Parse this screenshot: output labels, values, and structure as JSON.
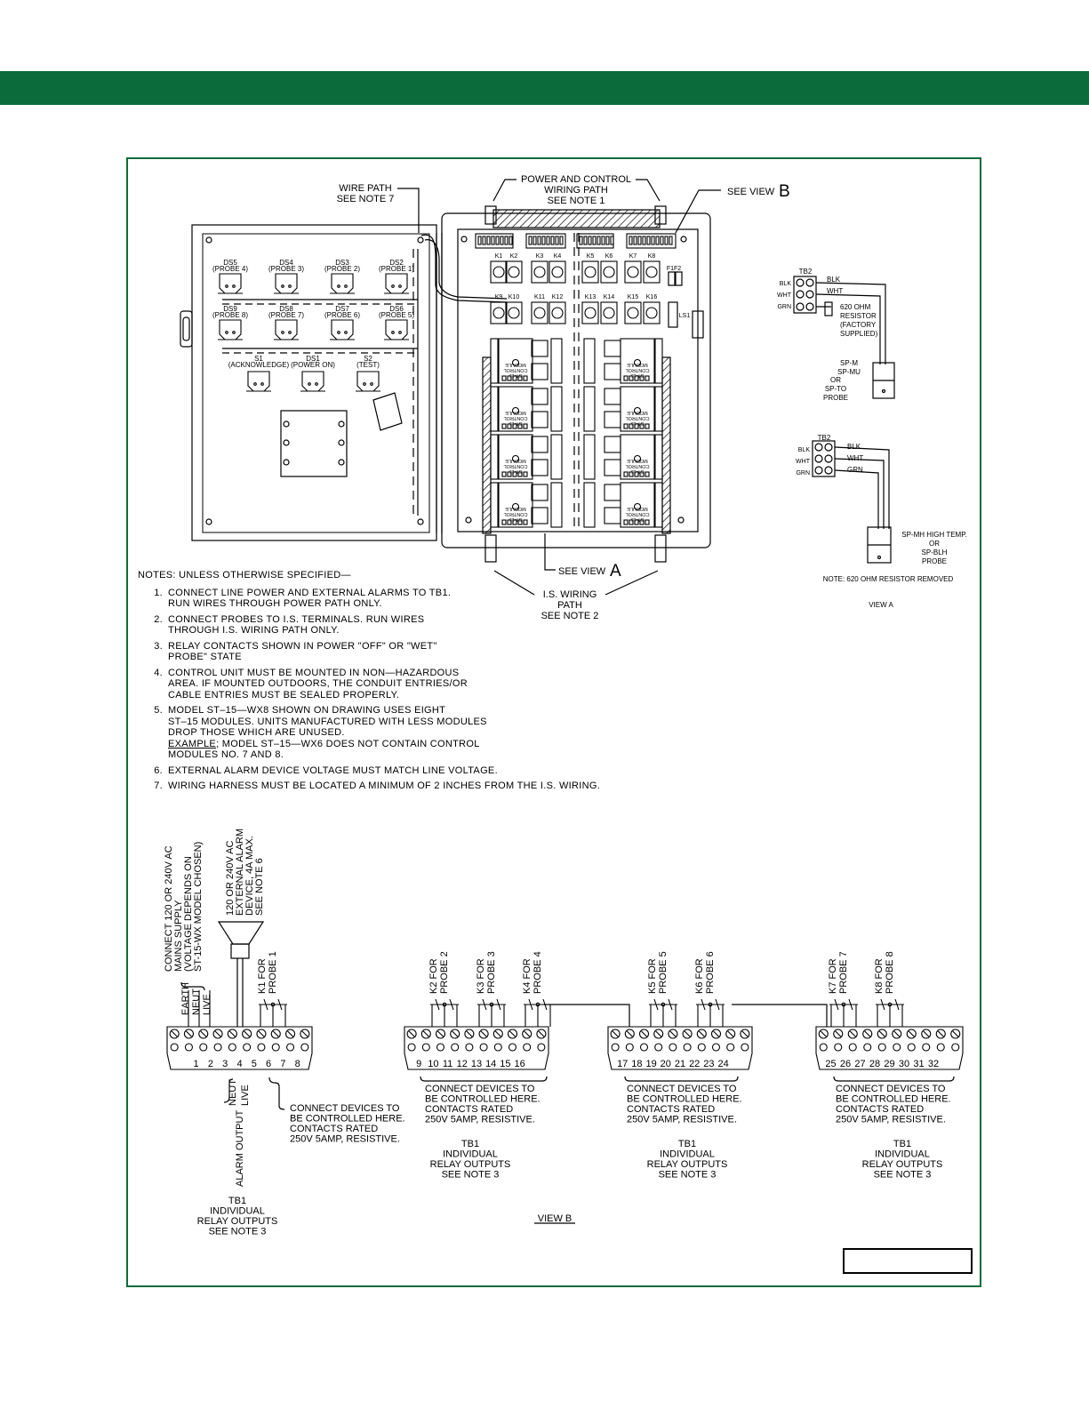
{
  "header": {
    "band_color": "#0b6b3a"
  },
  "enclosure": {
    "callouts": {
      "wire_path": [
        "WIRE PATH",
        "SEE NOTE 7"
      ],
      "power_path": [
        "POWER AND CONTROL",
        "WIRING PATH",
        "SEE NOTE 1"
      ],
      "see_view_b": "SEE VIEW",
      "see_view_b_letter": "B",
      "see_view_a": "SEE VIEW",
      "see_view_a_letter": "A",
      "is_wiring": [
        "I.S. WIRING",
        "PATH",
        "SEE NOTE 2"
      ]
    },
    "door_lamps_row1": [
      {
        "id": "DS5",
        "probe": "(PROBE 4)"
      },
      {
        "id": "DS4",
        "probe": "(PROBE 3)"
      },
      {
        "id": "DS3",
        "probe": "(PROBE 2)"
      },
      {
        "id": "DS2",
        "probe": "(PROBE 1)"
      }
    ],
    "door_lamps_row2": [
      {
        "id": "DS9",
        "probe": "(PROBE 8)"
      },
      {
        "id": "DS8",
        "probe": "(PROBE 7)"
      },
      {
        "id": "DS7",
        "probe": "(PROBE 6)"
      },
      {
        "id": "DS6",
        "probe": "(PROBE 5)"
      }
    ],
    "door_switches": [
      {
        "id": "S1",
        "label": "(ACKNOWLEDGE)"
      },
      {
        "id": "DS1",
        "label": "(POWER ON)"
      },
      {
        "id": "S2",
        "label": "(TEST)"
      }
    ],
    "relays_row1": [
      "K1",
      "K2",
      "K3",
      "K4",
      "K5",
      "K6",
      "K7",
      "K8"
    ],
    "relays_row2": [
      "K9",
      "K10",
      "K11",
      "K12",
      "K13",
      "K14",
      "K15",
      "K16"
    ],
    "fuses": "F1F2",
    "ls": "LS1",
    "module_label": [
      "ST-15",
      "CONTROL",
      "MODULE"
    ]
  },
  "view_a": {
    "upper": {
      "tb": "TB2",
      "left_labels": [
        "BLK",
        "WHT",
        "GRN"
      ],
      "right_labels": [
        "BLK",
        "WHT"
      ],
      "resistor": [
        "620 OHM",
        "RESISTOR",
        "(FACTORY",
        "SUPPLIED)"
      ],
      "probe": [
        "SP-M",
        "SP-MU",
        "OR",
        "SP-TO",
        "PROBE"
      ]
    },
    "lower": {
      "tb": "TB2",
      "left_labels": [
        "BLK",
        "WHT",
        "GRN"
      ],
      "right_labels": [
        "BLK",
        "WHT",
        "GRN"
      ],
      "probe": [
        "SP-MH HIGH TEMP.",
        "OR",
        "SP-BLH",
        "PROBE"
      ],
      "note": "NOTE: 620 OHM RESISTOR REMOVED"
    },
    "title": "VIEW A"
  },
  "notes": {
    "header": "NOTES: UNLESS OTHERWISE SPECIFIED—",
    "items": [
      {
        "num": "1.",
        "text": "CONNECT LINE POWER AND EXTERNAL ALARMS TO TB1.\nRUN WIRES THROUGH POWER PATH ONLY."
      },
      {
        "num": "2.",
        "text": "CONNECT PROBES TO I.S. TERMINALS. RUN WIRES\nTHROUGH I.S. WIRING PATH ONLY."
      },
      {
        "num": "3.",
        "text": "RELAY CONTACTS SHOWN IN POWER \"OFF\" OR \"WET\"\nPROBE\" STATE"
      },
      {
        "num": "4.",
        "text": "CONTROL UNIT MUST BE MOUNTED IN NON—HAZARDOUS\nAREA. IF MOUNTED OUTDOORS, THE CONDUIT ENTRIES/OR\nCABLE ENTRIES MUST BE SEALED PROPERLY."
      },
      {
        "num": "5.",
        "text": "MODEL ST–15—WX8 SHOWN ON DRAWING USES EIGHT\nST–15 MODULES. UNITS MANUFACTURED WITH LESS MODULES\nDROP THOSE WHICH ARE UNUSED."
      },
      {
        "num": "6.",
        "text": "EXTERNAL ALARM DEVICE VOLTAGE MUST MATCH LINE VOLTAGE."
      },
      {
        "num": "7.",
        "text": "WIRING HARNESS MUST BE LOCATED A MINIMUM OF 2 INCHES FROM THE I.S. WIRING."
      }
    ],
    "example_label": "EXAMPLE",
    "example_text": "; MODEL ST–15—WX6 DOES NOT CONTAIN CONTROL\nMODULES NO. 7 AND 8."
  },
  "view_b": {
    "supply": [
      "CONNECT 120 OR 240V AC",
      "MAINS SUPPLY",
      "(VOLTAGE DEPENDS ON",
      "ST-15-WX MODEL CHOSEN)"
    ],
    "alarm": [
      "120 OR 240V AC",
      "EXTERNAL ALARM",
      "DEVICE, 4A MAX.",
      "SEE NOTE 6"
    ],
    "power_legs": [
      "EARTH",
      "NEUT",
      "LIVE"
    ],
    "alarm_output": "ALARM OUTPUT",
    "alarm_legs": [
      "NEUT",
      "LIVE"
    ],
    "blocks": [
      {
        "numbers": [
          "1",
          "2",
          "3",
          "4",
          "5",
          "6",
          "7",
          "8"
        ],
        "relays": [
          [
            "K1 FOR",
            "PROBE 1"
          ]
        ],
        "connect": [
          "CONNECT DEVICES TO",
          "BE CONTROLLED HERE.",
          "CONTACTS RATED",
          "250V 5AMP, RESISTIVE."
        ],
        "title": [
          "TB1",
          "INDIVIDUAL",
          "RELAY OUTPUTS",
          "SEE NOTE 3"
        ]
      },
      {
        "numbers": [
          "9",
          "10",
          "11",
          "12",
          "13",
          "14",
          "15",
          "16"
        ],
        "relays": [
          [
            "K2 FOR",
            "PROBE 2"
          ],
          [
            "K3 FOR",
            "PROBE 3"
          ],
          [
            "K4 FOR",
            "PROBE 4"
          ]
        ],
        "connect": [
          "CONNECT DEVICES TO",
          "BE CONTROLLED HERE.",
          "CONTACTS RATED",
          "250V 5AMP, RESISTIVE."
        ],
        "title": [
          "TB1",
          "INDIVIDUAL",
          "RELAY OUTPUTS",
          "SEE NOTE 3"
        ]
      },
      {
        "numbers": [
          "17",
          "18",
          "19",
          "20",
          "21",
          "22",
          "23",
          "24"
        ],
        "relays": [
          [
            "K5 FOR",
            "PROBE 5"
          ],
          [
            "K6 FOR",
            "PROBE 6"
          ]
        ],
        "connect": [
          "CONNECT DEVICES TO",
          "BE CONTROLLED HERE.",
          "CONTACTS RATED",
          "250V 5AMP, RESISTIVE."
        ],
        "title": [
          "TB1",
          "INDIVIDUAL",
          "RELAY OUTPUTS",
          "SEE NOTE 3"
        ]
      },
      {
        "numbers": [
          "25",
          "26",
          "27",
          "28",
          "29",
          "30",
          "31",
          "32"
        ],
        "relays": [
          [
            "K7 FOR",
            "PROBE 7"
          ],
          [
            "K8 FOR",
            "PROBE 8"
          ]
        ],
        "connect": [
          "CONNECT DEVICES TO",
          "BE CONTROLLED HERE.",
          "CONTACTS RATED",
          "250V 5AMP, RESISTIVE."
        ],
        "title": [
          "TB1",
          "INDIVIDUAL",
          "RELAY OUTPUTS",
          "SEE NOTE 3"
        ]
      }
    ],
    "title": "VIEW B"
  }
}
